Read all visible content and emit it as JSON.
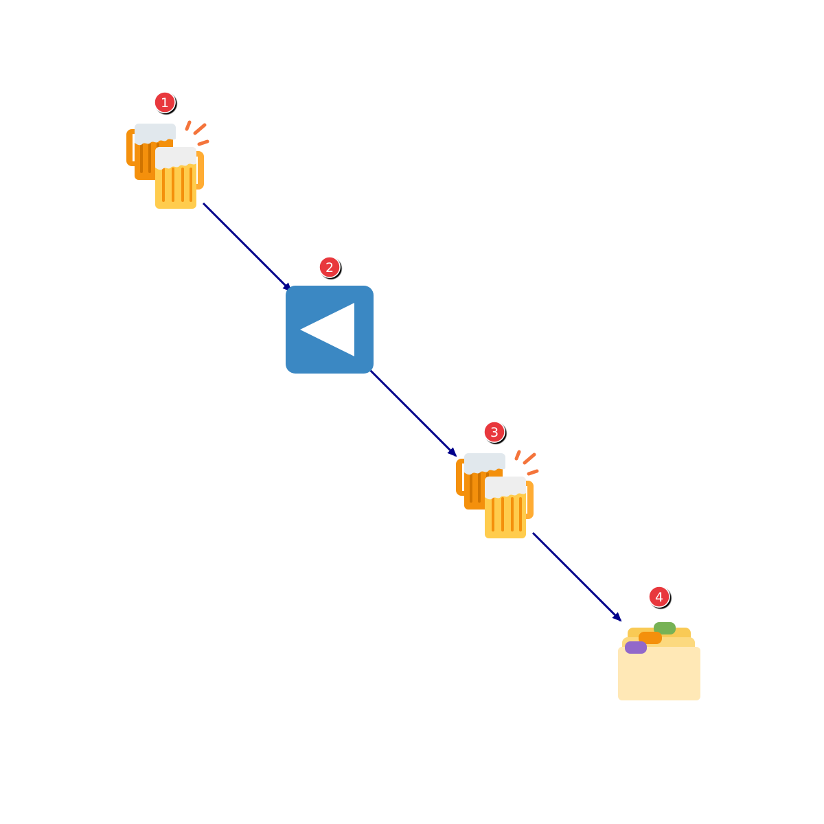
{
  "diagram": {
    "colors": {
      "arrow": "#00008b",
      "badge_fill": "#e8383d",
      "badge_shadow": "#000000",
      "background": "#ffffff"
    },
    "nodes": [
      {
        "id": "node-1",
        "badge": "1",
        "icon": "clinking-beer-mugs-icon"
      },
      {
        "id": "node-2",
        "badge": "2",
        "icon": "reverse-button-icon"
      },
      {
        "id": "node-3",
        "badge": "3",
        "icon": "clinking-beer-mugs-icon"
      },
      {
        "id": "node-4",
        "badge": "4",
        "icon": "card-index-icon"
      }
    ],
    "edges": [
      {
        "from": "node-1",
        "to": "node-2"
      },
      {
        "from": "node-2",
        "to": "node-3"
      },
      {
        "from": "node-3",
        "to": "node-4"
      }
    ]
  }
}
